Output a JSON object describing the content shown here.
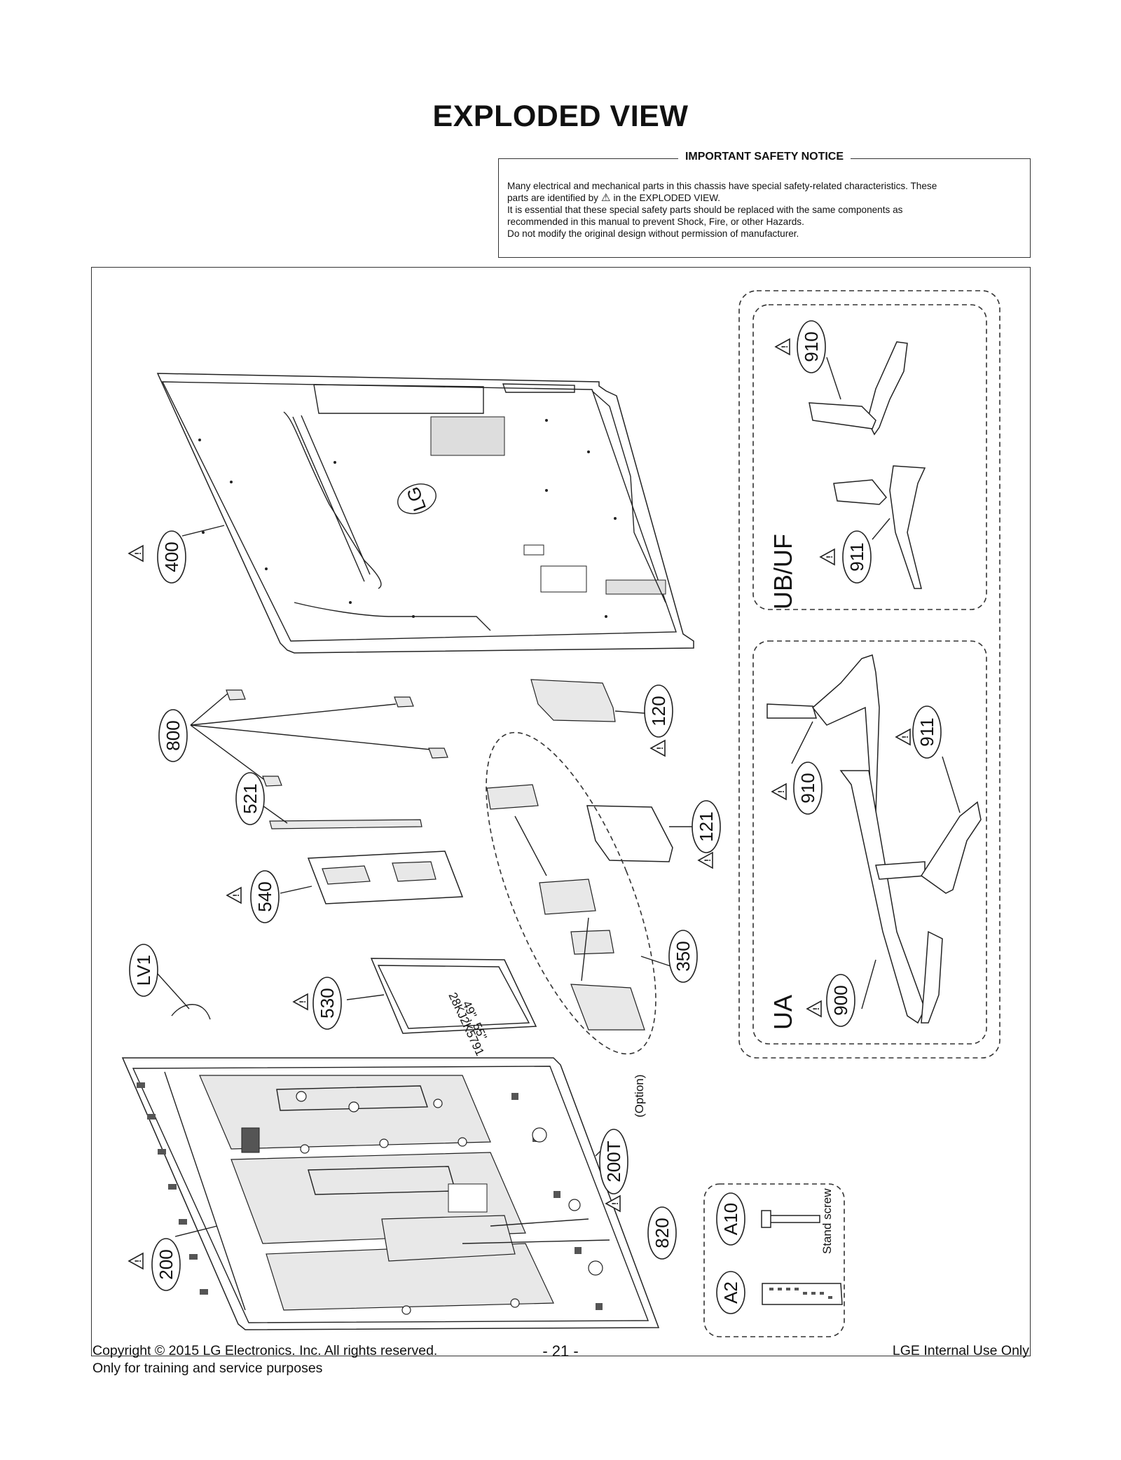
{
  "page": {
    "title": "EXPLODED VIEW"
  },
  "safety_notice": {
    "heading": "IMPORTANT SAFETY NOTICE",
    "line1": "Many electrical and mechanical parts in this chassis have special safety-related characteristics. These",
    "line2_pre": "parts are identified by",
    "line2_post": "in the EXPLODED VIEW.",
    "line3": "It is essential that these special safety parts should be replaced with the same components as",
    "line4": "recommended in this manual to prevent Shock, Fire, or other Hazards.",
    "line5": "Do not modify the original design without permission of manufacturer.",
    "warning_icon": "warning-triangle-icon"
  },
  "diagram": {
    "parts": [
      "400",
      "800",
      "521",
      "540",
      "LV1",
      "530",
      "200",
      "120",
      "121",
      "350",
      "200T",
      "820",
      "910",
      "911",
      "900",
      "A10",
      "A2"
    ],
    "option_note": "(Option)",
    "group_ubuf": "UB/UF",
    "group_ua": "UA",
    "stand_screw": "Stand screw",
    "back_logo": "LG",
    "module_text_1": "28KJ2K5791",
    "module_text_2": "49\", 55\""
  },
  "footer": {
    "copyright": "Copyright  © 2015 LG Electronics. Inc. All rights reserved.",
    "training": "Only for training and service purposes",
    "page_number": "- 21 -",
    "internal": "LGE Internal Use Only"
  }
}
